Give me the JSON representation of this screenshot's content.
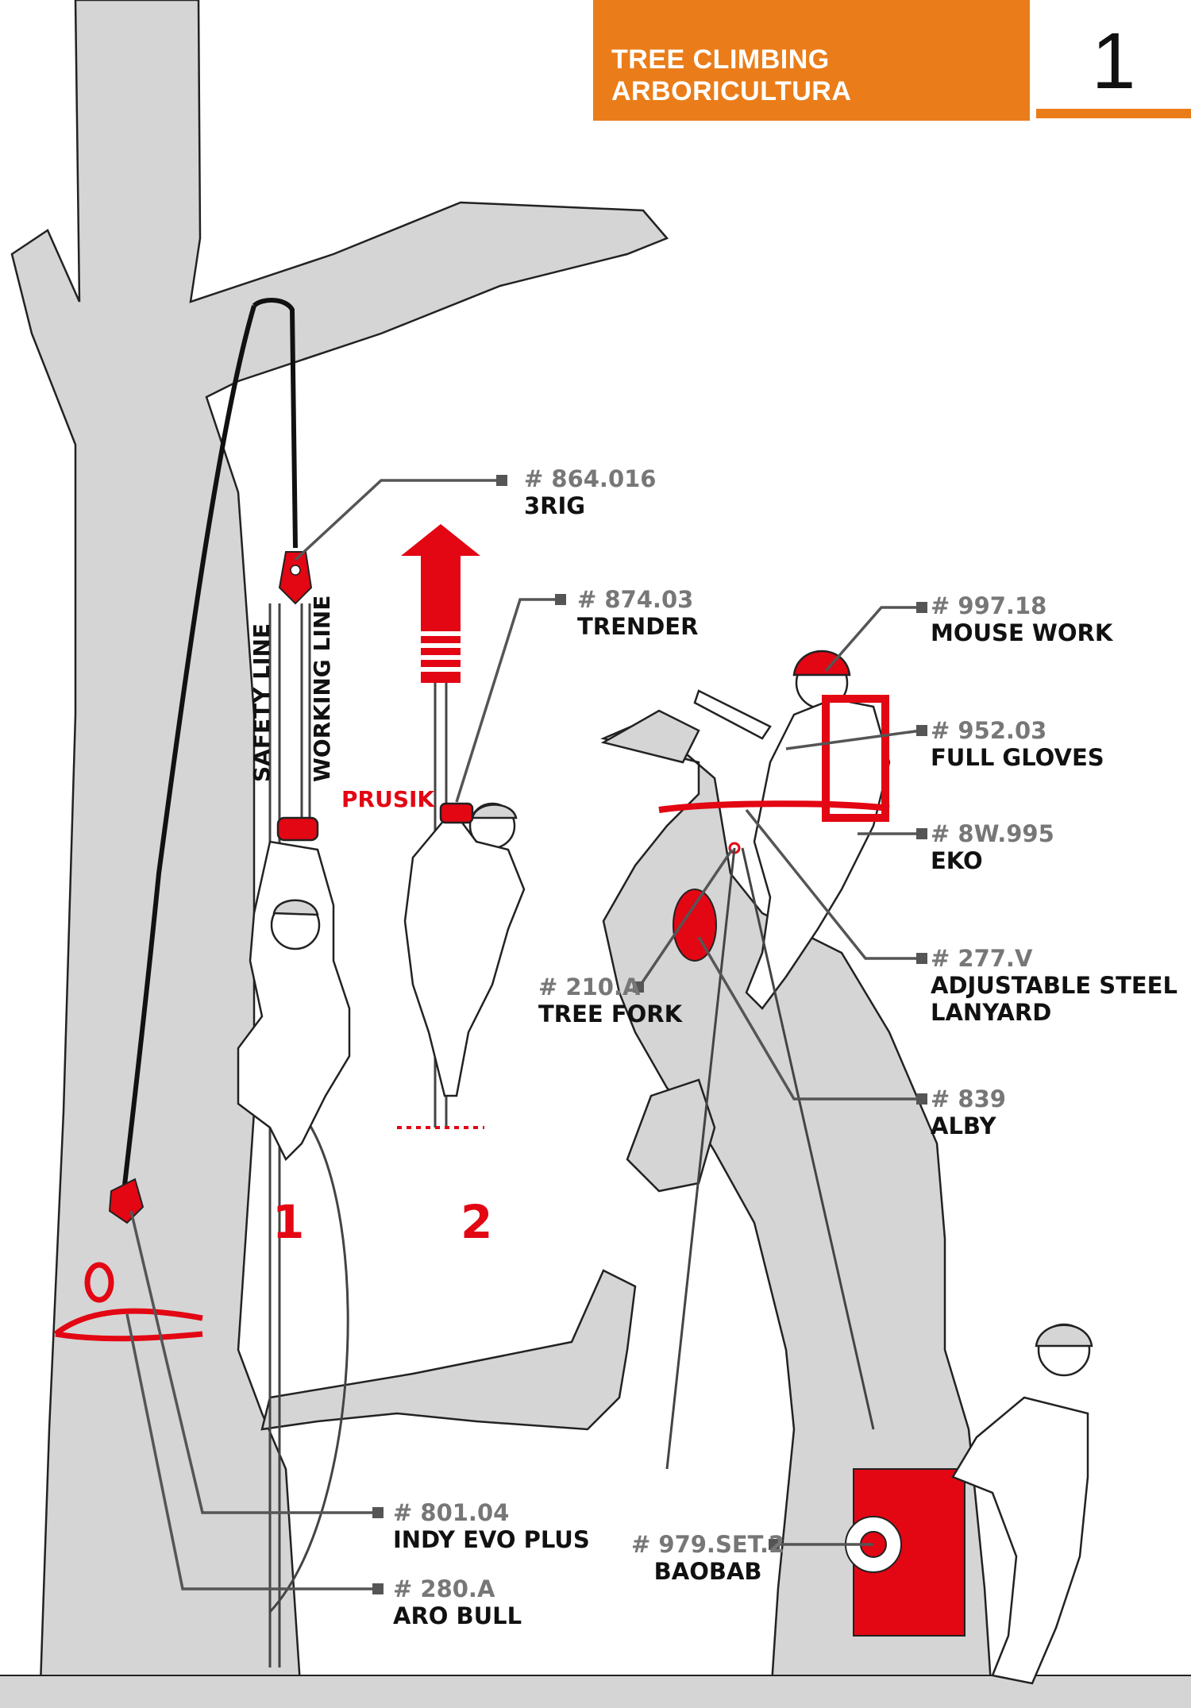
{
  "header": {
    "title_line1": "TREE CLIMBING",
    "title_line2": "ARBORICULTURA",
    "page_number": "1",
    "accent_color": "#ea7d1a"
  },
  "colors": {
    "tree": "#d5d5d5",
    "product_red": "#e30613",
    "callout_line": "#555555",
    "code_text": "#777777"
  },
  "rope_labels": {
    "safety_line": "SAFETY LINE",
    "working_line": "WORKING LINE",
    "prusik": "PRUSIK"
  },
  "steps": [
    "1",
    "2"
  ],
  "callouts": [
    {
      "id": "3rig",
      "code": "# 864.016",
      "name": "3RIG"
    },
    {
      "id": "trender",
      "code": "# 874.03",
      "name": "TRENDER"
    },
    {
      "id": "mouse-work",
      "code": "# 997.18",
      "name": "MOUSE WORK"
    },
    {
      "id": "full-gloves",
      "code": "# 952.03",
      "name": "FULL GLOVES"
    },
    {
      "id": "eko",
      "code": "# 8W.995",
      "name": "EKO"
    },
    {
      "id": "lanyard",
      "code": "# 277.V",
      "name": "ADJUSTABLE STEEL",
      "name2": "LANYARD"
    },
    {
      "id": "tree-fork",
      "code": "# 210.A",
      "name": "TREE FORK"
    },
    {
      "id": "alby",
      "code": "# 839",
      "name": "ALBY"
    },
    {
      "id": "indy-evo-plus",
      "code": "# 801.04",
      "name": "INDY EVO PLUS"
    },
    {
      "id": "aro-bull",
      "code": "# 280.A",
      "name": "ARO BULL"
    },
    {
      "id": "baobab",
      "code": "# 979.SET.2",
      "name": "BAOBAB"
    }
  ]
}
